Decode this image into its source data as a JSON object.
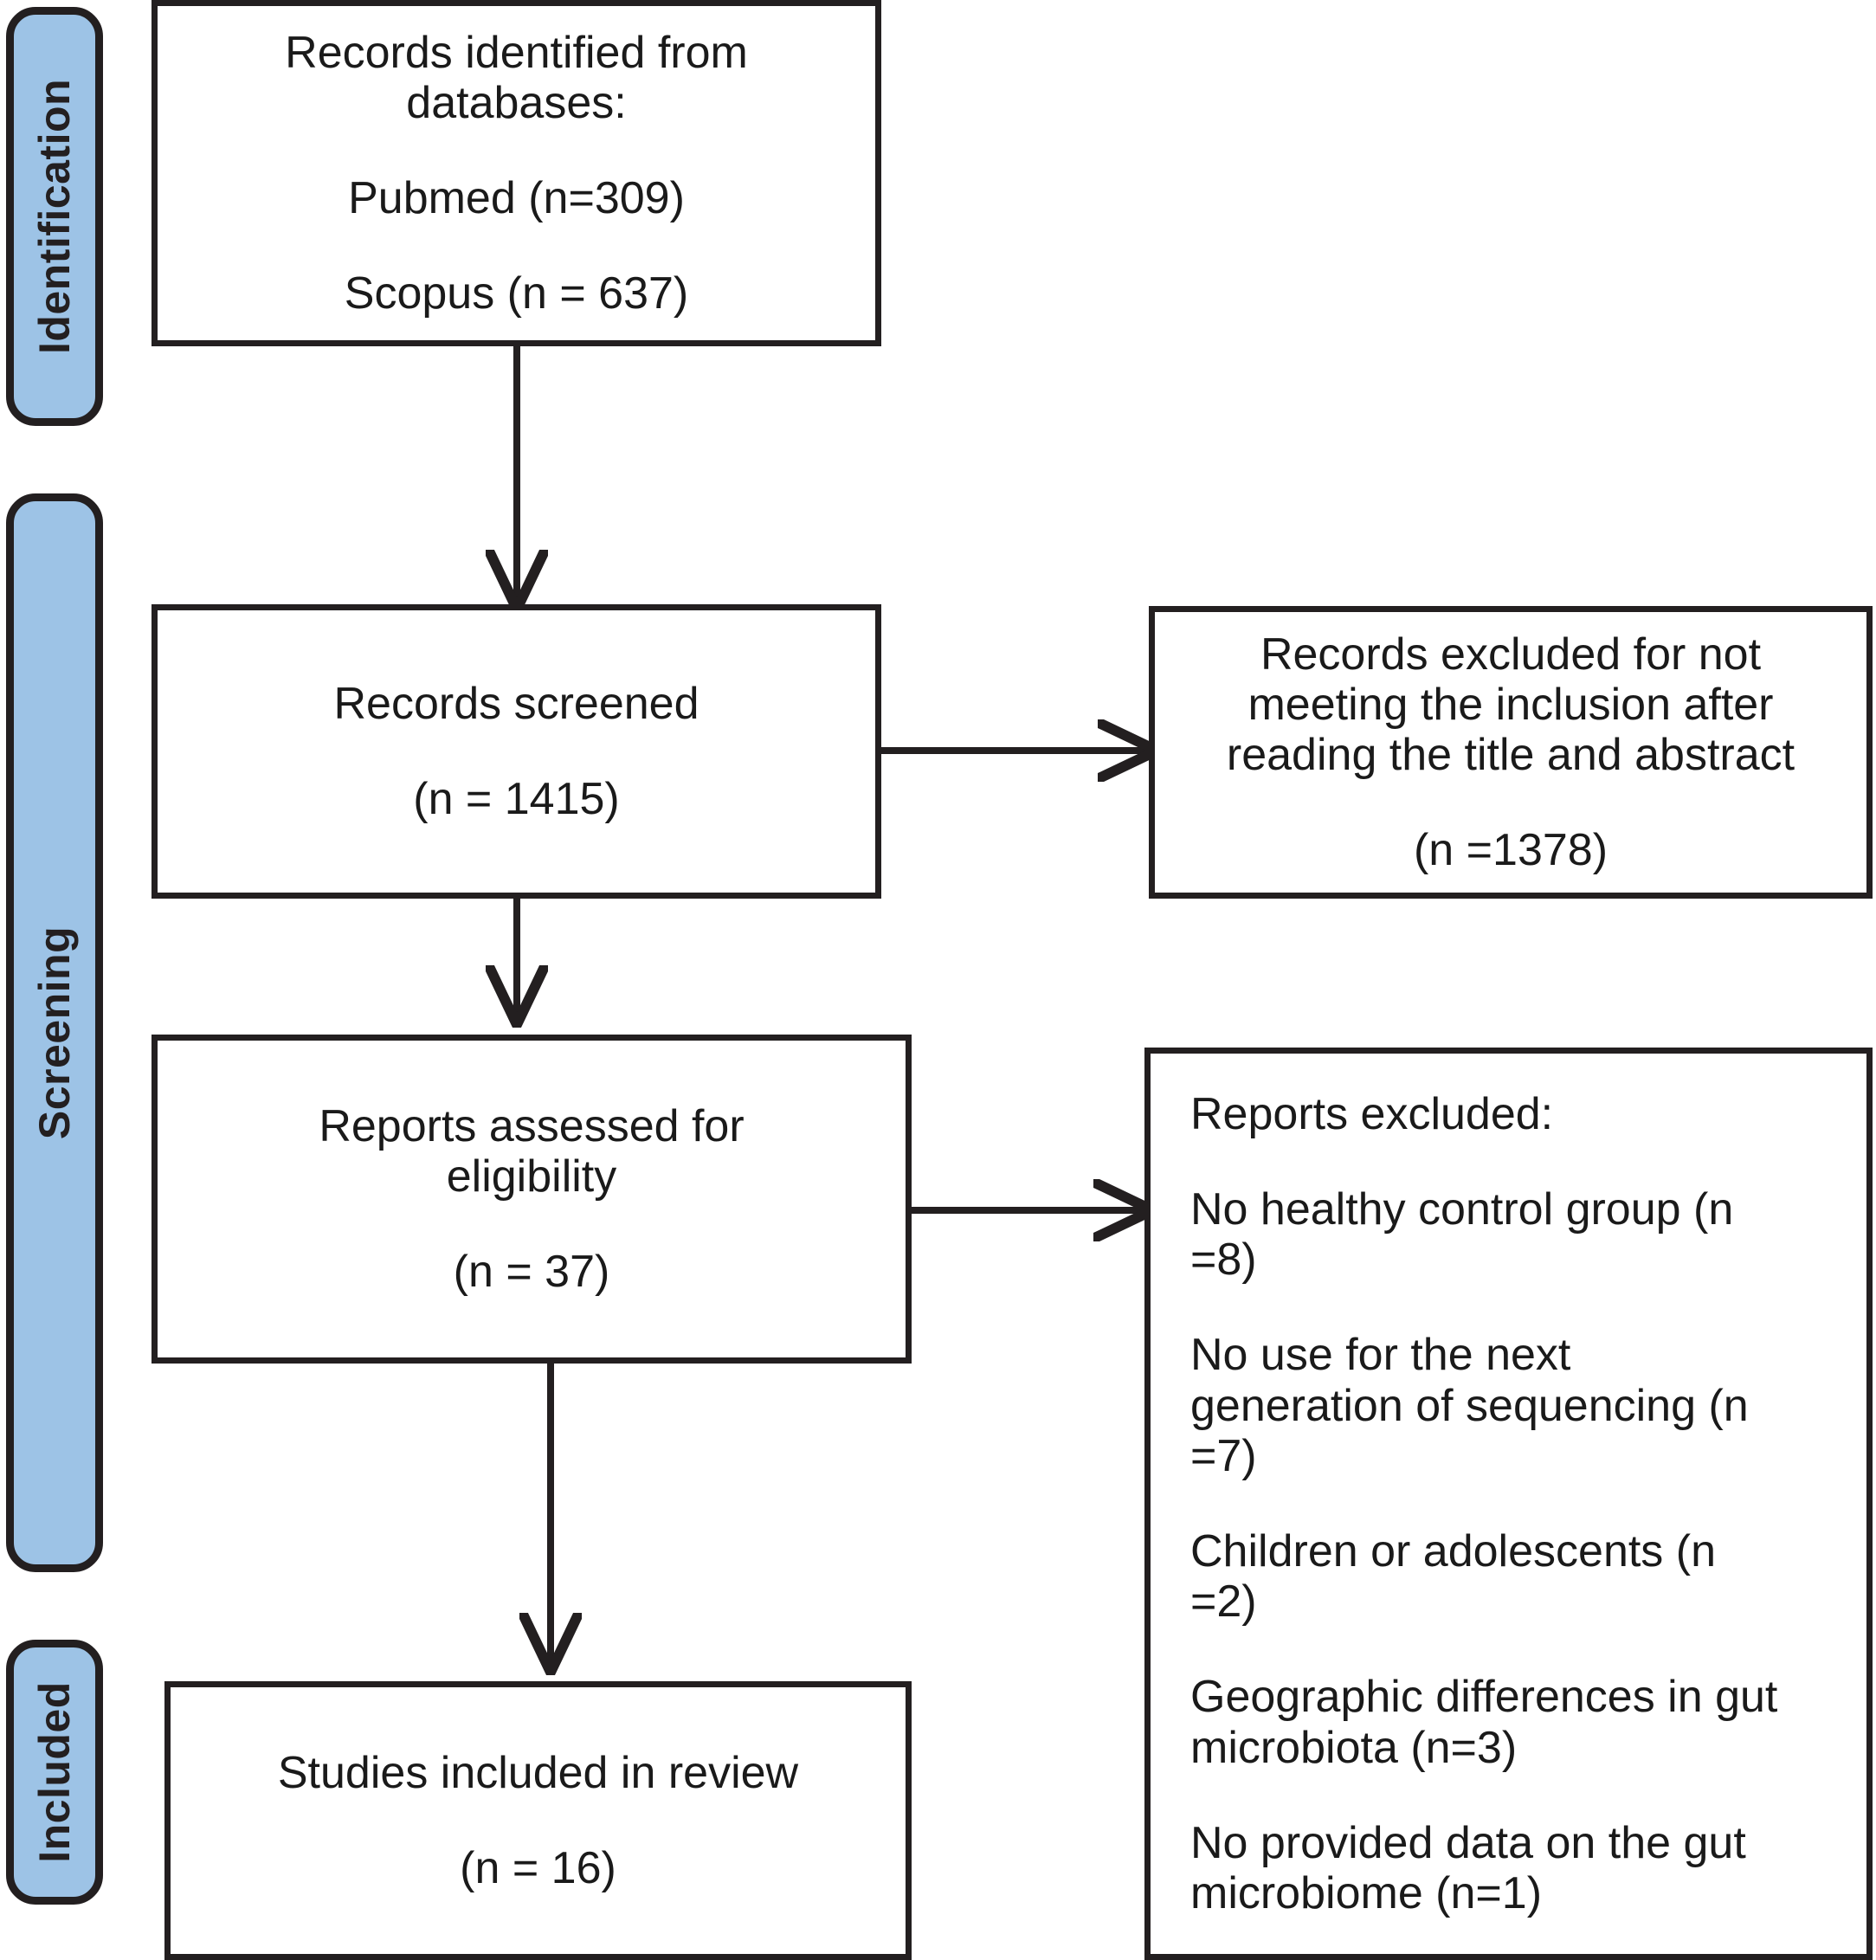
{
  "diagram": {
    "title": "PRISMA flow diagram",
    "accent_color": "#9dc3e6",
    "line_color": "#231f20",
    "text_color": "#1a1a1a"
  },
  "stages": [
    {
      "id": "identification",
      "label": "Identification"
    },
    {
      "id": "screening",
      "label": "Screening"
    },
    {
      "id": "included",
      "label": "Included"
    }
  ],
  "boxes": {
    "identified": {
      "lines": [
        "Records identified from",
        "databases:",
        "Pubmed (n=309)",
        "Scopus (n = 637)"
      ]
    },
    "screened": {
      "lines": [
        "Records screened",
        "(n = 1415)"
      ]
    },
    "records_excluded": {
      "lines": [
        "Records excluded for not",
        "meeting the inclusion after",
        "reading the title and abstract",
        "(n =1378)"
      ]
    },
    "assessed": {
      "lines": [
        "Reports assessed for",
        "eligibility",
        "(n = 37)"
      ]
    },
    "reports_excluded": {
      "heading": "Reports excluded:",
      "items": [
        "No healthy control group (n",
        "=8)",
        "No use for the next",
        "generation of sequencing (n",
        "=7)",
        "Children or adolescents (n",
        "=2)",
        "Geographic differences in gut",
        "microbiota (n=3)",
        "No provided data on the gut",
        "microbiome (n=1)"
      ]
    },
    "included_studies": {
      "lines": [
        "Studies included in review",
        "(n = 16)"
      ]
    }
  },
  "counts": {
    "pubmed": 309,
    "scopus": 637,
    "screened": 1415,
    "excluded_title_abstract": 1378,
    "assessed": 37,
    "no_healthy_control": 8,
    "no_ngs": 7,
    "children_adolescents": 2,
    "geographic_differences": 3,
    "no_microbiome_data": 1,
    "included": 16
  }
}
